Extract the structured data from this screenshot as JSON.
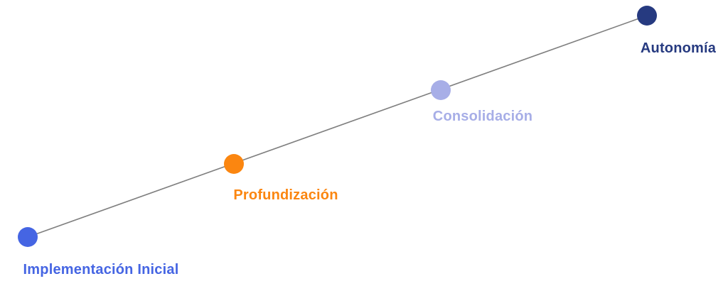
{
  "timeline": {
    "line_color": "#7f7f7f",
    "stages": [
      {
        "label": "Implementación Inicial",
        "color": "#4565e3"
      },
      {
        "label": "Profundización",
        "color": "#fb8610"
      },
      {
        "label": "Consolidación",
        "color": "#a7aee7"
      },
      {
        "label": "Autonomía",
        "color": "#263a80"
      }
    ]
  }
}
